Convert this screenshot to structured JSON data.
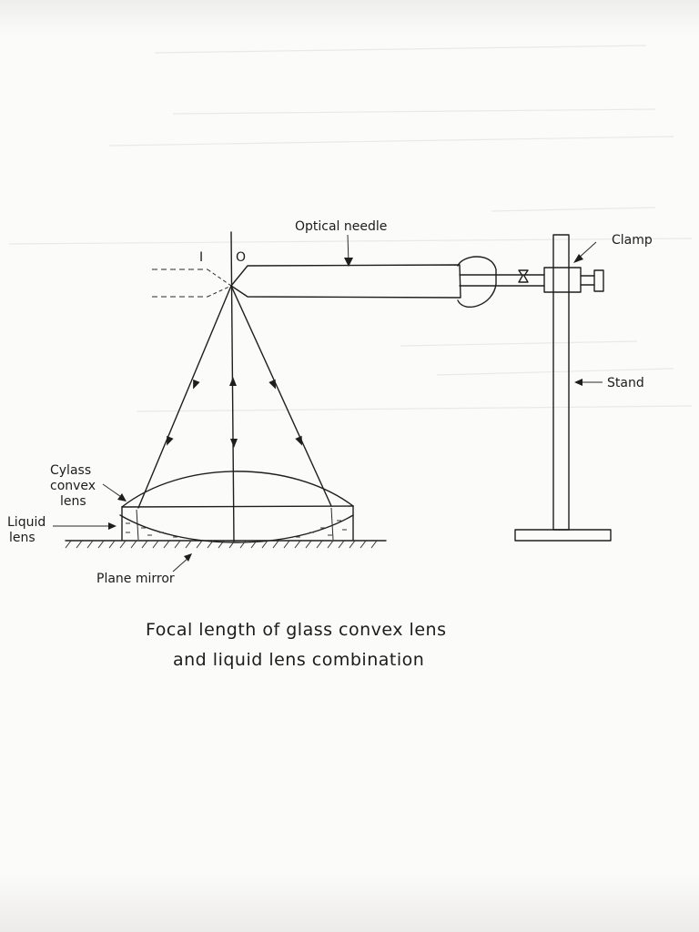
{
  "labels": {
    "optical_needle": "Optical needle",
    "clamp": "Clamp",
    "stand": "Stand",
    "glass_convex_lens": [
      "Cylass",
      "convex",
      "lens"
    ],
    "liquid_lens": [
      "Liquid",
      "lens"
    ],
    "plane_mirror": "Plane mirror",
    "image_marker": "I",
    "object_marker": "O"
  },
  "caption": [
    "Focal length of glass convex lens",
    "and liquid lens combination"
  ]
}
